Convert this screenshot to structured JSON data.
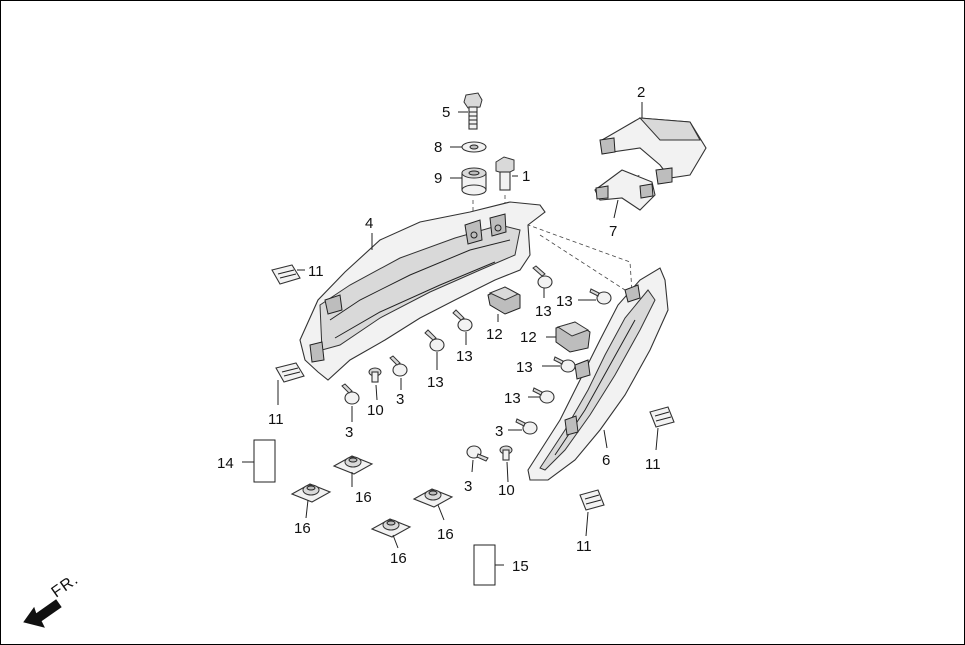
{
  "callouts": {
    "c1": "1",
    "c2": "2",
    "c3a": "3",
    "c3b": "3",
    "c3c": "3",
    "c3d": "3",
    "c4": "4",
    "c5": "5",
    "c6": "6",
    "c7": "7",
    "c8": "8",
    "c9": "9",
    "c10a": "10",
    "c10b": "10",
    "c11a": "11",
    "c11b": "11",
    "c11c": "11",
    "c11d": "11",
    "c12a": "12",
    "c12b": "12",
    "c13a": "13",
    "c13b": "13",
    "c13c": "13",
    "c13d": "13",
    "c13e": "13",
    "c13f": "13",
    "c14": "14",
    "c15": "15",
    "c16a": "16",
    "c16b": "16",
    "c16c": "16",
    "c16d": "16"
  },
  "direction": {
    "label": "FR.",
    "icon": "arrow-front-icon"
  },
  "colors": {
    "line": "#222222",
    "part_fill": "#f2f2f2",
    "part_shade": "#bdbdbd"
  }
}
